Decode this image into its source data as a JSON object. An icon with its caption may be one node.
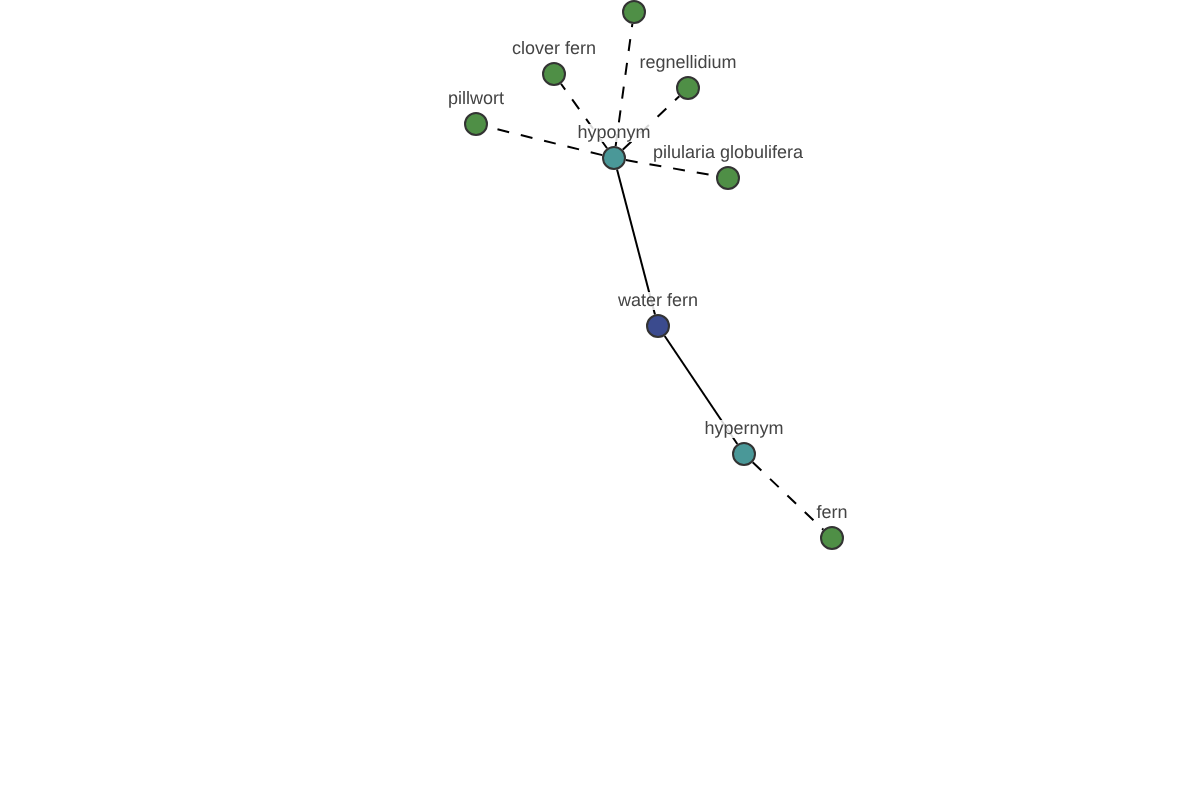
{
  "diagram": {
    "nodes": [
      {
        "text": [
          "water fern"
        ]
      },
      {
        "text": [
          "hyponym"
        ]
      },
      {
        "text": [
          "hypernym"
        ]
      },
      {
        "text": [
          "fern"
        ]
      },
      {
        "text": [
          "clover fern"
        ]
      },
      {
        "text": [
          "regnellidium"
        ]
      },
      {
        "text": [
          "pillwort"
        ]
      },
      {
        "text": [
          "pilularia globulifera"
        ]
      },
      {
        "text": [],
        "shape": "circle"
      }
    ],
    "edges": [
      {
        "from": 1,
        "to": 0,
        "arrow": "none"
      },
      {
        "from": 0,
        "to": 2,
        "arrow": "none"
      },
      {
        "from": 2,
        "to": 3,
        "arrow": "none",
        "style": "dashed"
      },
      {
        "from": 1,
        "to": 8,
        "arrow": "none",
        "style": "dashed"
      },
      {
        "from": 1,
        "to": 4,
        "arrow": "none",
        "style": "dashed"
      },
      {
        "from": 1,
        "to": 5,
        "arrow": "none",
        "style": "dashed"
      },
      {
        "from": 1,
        "to": 6,
        "arrow": "none",
        "style": "dashed"
      },
      {
        "from": 1,
        "to": 7,
        "arrow": "none",
        "style": "dashed"
      }
    ]
  }
}
